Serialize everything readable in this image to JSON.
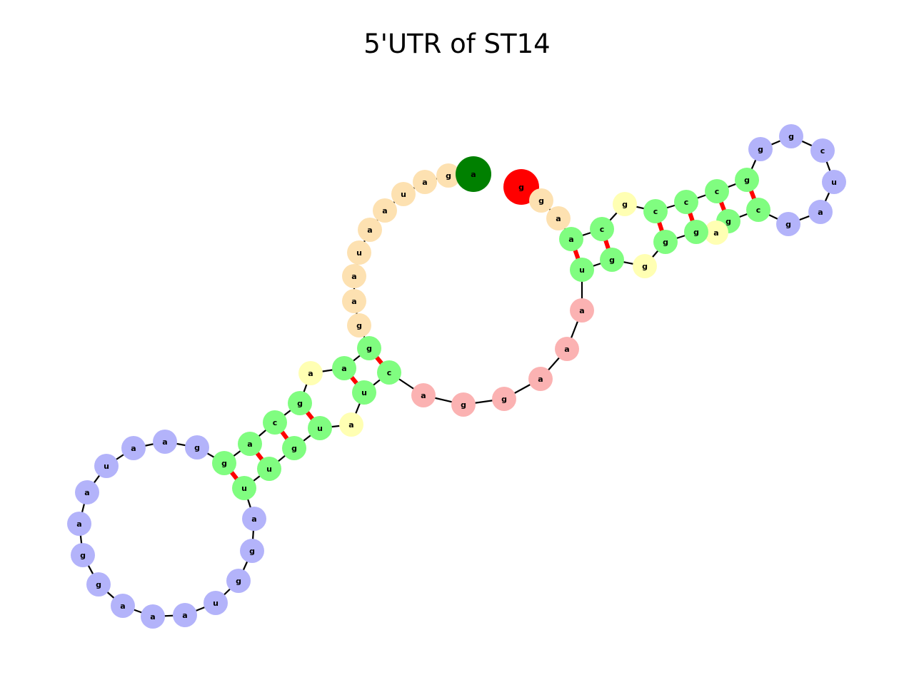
{
  "title": "5'UTR of ST14",
  "colors": {
    "stem": "#80fd80",
    "hairpin_loop": "#b3b3fa",
    "interior_loop": "#ffffb3",
    "multiloop": "#fbb2b2",
    "unpaired_5prime": "#fde1b1",
    "start_nucleotide": "#008000",
    "end_nucleotide": "#ff0000",
    "backbone": "#000000",
    "base_pair": "#ff0000"
  },
  "nucleotides": [
    {
      "base": "g",
      "region": "end_nucleotide"
    },
    {
      "base": "g",
      "region": "unpaired_5prime"
    },
    {
      "base": "a",
      "region": "unpaired_5prime"
    },
    {
      "base": "a",
      "region": "stem"
    },
    {
      "base": "c",
      "region": "stem"
    },
    {
      "base": "g",
      "region": "interior_loop"
    },
    {
      "base": "c",
      "region": "stem"
    },
    {
      "base": "c",
      "region": "stem"
    },
    {
      "base": "c",
      "region": "stem"
    },
    {
      "base": "g",
      "region": "stem"
    },
    {
      "base": "g",
      "region": "hairpin_loop"
    },
    {
      "base": "g",
      "region": "hairpin_loop"
    },
    {
      "base": "c",
      "region": "hairpin_loop"
    },
    {
      "base": "u",
      "region": "hairpin_loop"
    },
    {
      "base": "a",
      "region": "hairpin_loop"
    },
    {
      "base": "g",
      "region": "hairpin_loop"
    },
    {
      "base": "c",
      "region": "stem"
    },
    {
      "base": "g",
      "region": "stem"
    },
    {
      "base": "a",
      "region": "interior_loop"
    },
    {
      "base": "g",
      "region": "stem"
    },
    {
      "base": "g",
      "region": "stem"
    },
    {
      "base": "g",
      "region": "interior_loop"
    },
    {
      "base": "g",
      "region": "stem"
    },
    {
      "base": "u",
      "region": "stem"
    },
    {
      "base": "a",
      "region": "multiloop"
    },
    {
      "base": "a",
      "region": "multiloop"
    },
    {
      "base": "a",
      "region": "multiloop"
    },
    {
      "base": "g",
      "region": "multiloop"
    },
    {
      "base": "g",
      "region": "multiloop"
    },
    {
      "base": "a",
      "region": "multiloop"
    },
    {
      "base": "c",
      "region": "stem"
    },
    {
      "base": "u",
      "region": "stem"
    },
    {
      "base": "a",
      "region": "interior_loop"
    },
    {
      "base": "u",
      "region": "stem"
    },
    {
      "base": "g",
      "region": "stem"
    },
    {
      "base": "u",
      "region": "stem"
    },
    {
      "base": "u",
      "region": "stem"
    },
    {
      "base": "a",
      "region": "hairpin_loop"
    },
    {
      "base": "g",
      "region": "hairpin_loop"
    },
    {
      "base": "g",
      "region": "hairpin_loop"
    },
    {
      "base": "u",
      "region": "hairpin_loop"
    },
    {
      "base": "a",
      "region": "hairpin_loop"
    },
    {
      "base": "a",
      "region": "hairpin_loop"
    },
    {
      "base": "a",
      "region": "hairpin_loop"
    },
    {
      "base": "g",
      "region": "hairpin_loop"
    },
    {
      "base": "g",
      "region": "hairpin_loop"
    },
    {
      "base": "a",
      "region": "hairpin_loop"
    },
    {
      "base": "a",
      "region": "hairpin_loop"
    },
    {
      "base": "u",
      "region": "hairpin_loop"
    },
    {
      "base": "a",
      "region": "hairpin_loop"
    },
    {
      "base": "a",
      "region": "hairpin_loop"
    },
    {
      "base": "g",
      "region": "hairpin_loop"
    },
    {
      "base": "g",
      "region": "stem"
    },
    {
      "base": "a",
      "region": "stem"
    },
    {
      "base": "c",
      "region": "stem"
    },
    {
      "base": "g",
      "region": "stem"
    },
    {
      "base": "a",
      "region": "interior_loop"
    },
    {
      "base": "a",
      "region": "stem"
    },
    {
      "base": "g",
      "region": "stem"
    },
    {
      "base": "g",
      "region": "unpaired_5prime"
    },
    {
      "base": "a",
      "region": "unpaired_5prime"
    },
    {
      "base": "a",
      "region": "unpaired_5prime"
    },
    {
      "base": "u",
      "region": "unpaired_5prime"
    },
    {
      "base": "a",
      "region": "unpaired_5prime"
    },
    {
      "base": "a",
      "region": "unpaired_5prime"
    },
    {
      "base": "u",
      "region": "unpaired_5prime"
    },
    {
      "base": "a",
      "region": "unpaired_5prime"
    },
    {
      "base": "g",
      "region": "unpaired_5prime"
    },
    {
      "base": "a",
      "region": "start_nucleotide"
    }
  ],
  "base_pairs": [
    [
      3,
      23
    ],
    [
      4,
      22
    ],
    [
      6,
      20
    ],
    [
      7,
      19
    ],
    [
      8,
      17
    ],
    [
      9,
      16
    ],
    [
      30,
      58
    ],
    [
      31,
      57
    ],
    [
      33,
      55
    ],
    [
      34,
      54
    ],
    [
      35,
      53
    ],
    [
      36,
      52
    ]
  ]
}
